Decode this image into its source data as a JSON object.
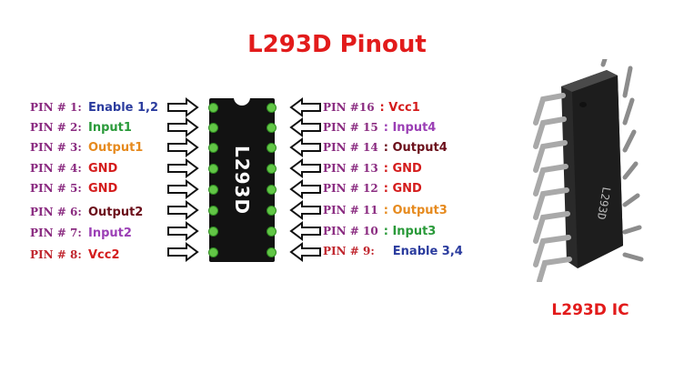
{
  "title": "L293D Pinout",
  "chip_label": "L293D",
  "photo_label": "L293D IC",
  "ic_marking": "L293D",
  "colors": {
    "title": "#e21b1b",
    "pin_label": "#8a2b80",
    "enable": "#2b3c9e",
    "input": "#9b3fb5",
    "output_left": "#e68a1e",
    "output_dark": "#6b0f1a",
    "gnd": "#d41c1c",
    "vcc": "#d41c1c",
    "input_green": "#2a9a3a",
    "chip_pin": "#62c646"
  },
  "left_pins": [
    {
      "label": "PIN # 1:",
      "func": "Enable 1,2",
      "color": "#2b3c9e"
    },
    {
      "label": "PIN # 2:",
      "func": "Input1",
      "color": "#2a9a3a"
    },
    {
      "label": "PIN # 3:",
      "func": "Output1",
      "color": "#e68a1e"
    },
    {
      "label": "PIN # 4:",
      "func": "GND",
      "color": "#d41c1c"
    },
    {
      "label": "PIN # 5:",
      "func": "GND",
      "color": "#d41c1c"
    },
    {
      "label": "PIN # 6:",
      "func": "Output2",
      "color": "#6b0f1a"
    },
    {
      "label": "PIN # 7:",
      "func": "Input2",
      "color": "#9b3fb5"
    },
    {
      "label": "PIN # 8:",
      "func": "Vcc2",
      "color": "#d41c1c"
    }
  ],
  "right_pins": [
    {
      "label": "PIN #16",
      "func": ": Vcc1",
      "color": "#d41c1c"
    },
    {
      "label": "PIN # 15",
      "func": ": Input4",
      "color": "#9b3fb5"
    },
    {
      "label": "PIN # 14",
      "func": ": Output4",
      "color": "#6b0f1a"
    },
    {
      "label": "PIN # 13",
      "func": ": GND",
      "color": "#d41c1c"
    },
    {
      "label": "PIN # 12",
      "func": ": GND",
      "color": "#d41c1c"
    },
    {
      "label": "PIN # 11",
      "func": ": Output3",
      "color": "#e68a1e"
    },
    {
      "label": "PIN # 10",
      "func": ": Input3",
      "color": "#2a9a3a"
    },
    {
      "label": "PIN # 9:",
      "func": "Enable 3,4",
      "color": "#2b3c9e"
    }
  ]
}
